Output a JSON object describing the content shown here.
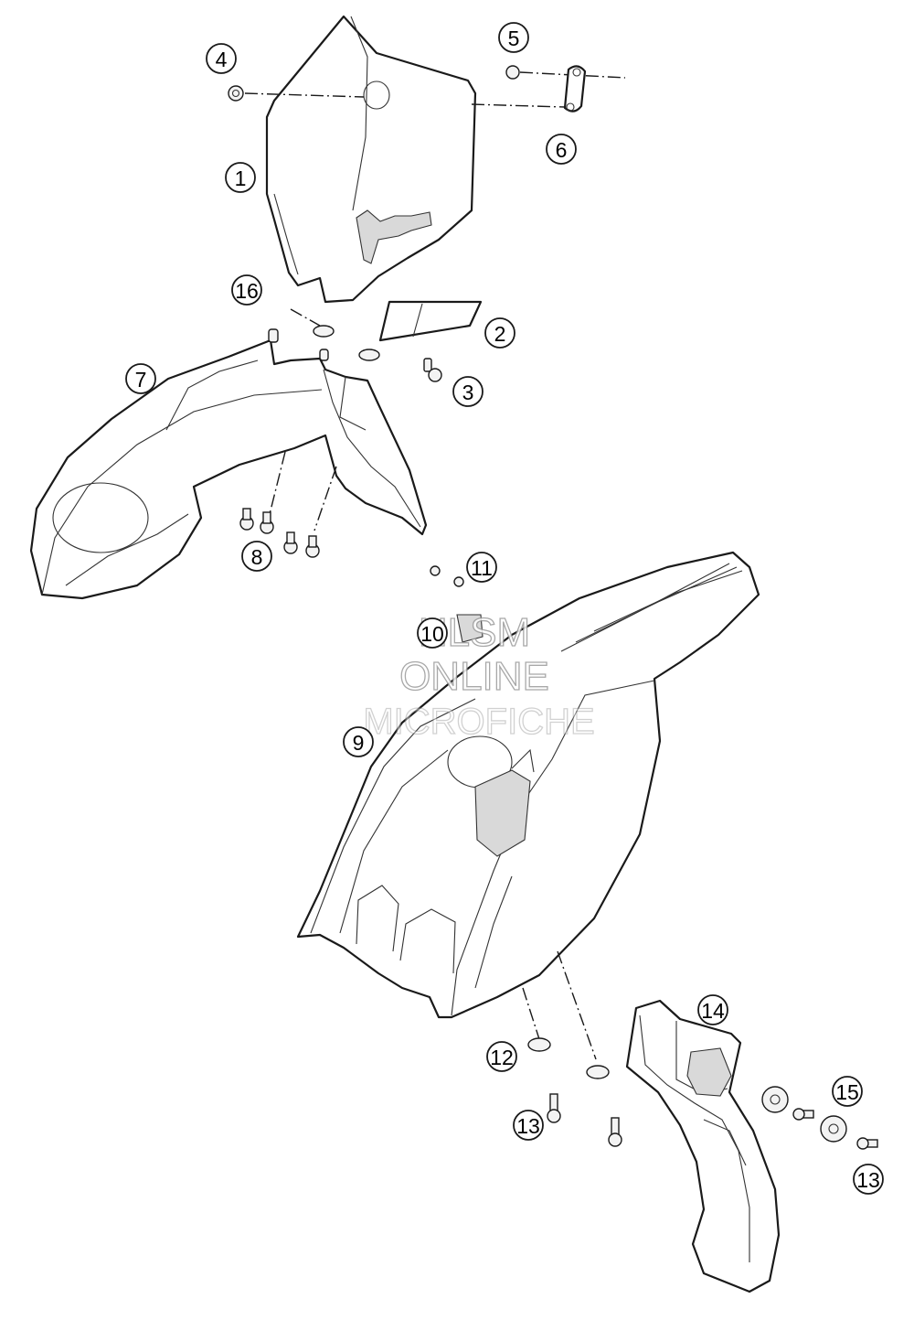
{
  "callouts": {
    "c1": "1",
    "c2": "2",
    "c3": "3",
    "c4": "4",
    "c5": "5",
    "c6": "6",
    "c7": "7",
    "c8": "8",
    "c9": "9",
    "c10": "10",
    "c11": "11",
    "c12": "12",
    "c13a": "13",
    "c13b": "13",
    "c14": "14",
    "c15": "15",
    "c16": "16"
  },
  "watermark": {
    "line1": "HLSM",
    "line2": "ONLINE",
    "line3": "MICROFICHE"
  }
}
